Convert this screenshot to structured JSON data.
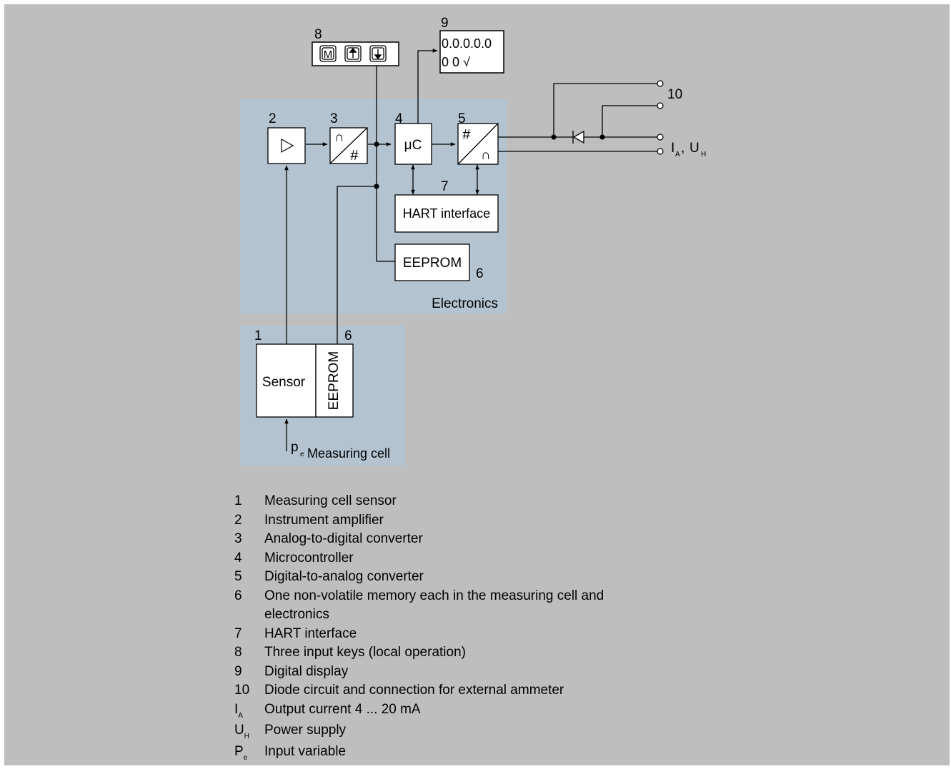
{
  "colors": {
    "page_background": "#bebebe",
    "panel_background": "#b3c4d0",
    "block_fill": "#ffffff",
    "line": "#000000"
  },
  "blocks": {
    "amplifier": {
      "number": "2",
      "symbol": "triangle"
    },
    "adc": {
      "number": "3",
      "symbol_top": "∩",
      "symbol_bottom": "#"
    },
    "microcontroller": {
      "number": "4",
      "label": "μC"
    },
    "dac": {
      "number": "5",
      "symbol_top": "#",
      "symbol_bottom": "∩"
    },
    "hart": {
      "number": "7",
      "label": "HART interface"
    },
    "eeprom_electronics": {
      "number": "6",
      "label": "EEPROM"
    },
    "keypad": {
      "number": "8",
      "keys": [
        "M",
        "up-arrow",
        "down-arrow"
      ]
    },
    "display": {
      "number": "9",
      "line1": "0.0.0.0.0",
      "line2": "0 0 √"
    },
    "sensor": {
      "number": "1",
      "label": "Sensor"
    },
    "eeprom_cell": {
      "number": "6",
      "label": "EEPROM"
    },
    "diode_terminal": {
      "number": "10"
    }
  },
  "panels": {
    "electronics": "Electronics",
    "measuring_cell": "Measuring cell"
  },
  "terminals": {
    "output_label_I": "I",
    "output_sub_A": "A",
    "output_sep": ",",
    "output_label_U": "U",
    "output_sub_H": "H",
    "input_label": "p",
    "input_sub": "e"
  },
  "legend": [
    {
      "key": "1",
      "sub": "",
      "text": "Measuring cell sensor"
    },
    {
      "key": "2",
      "sub": "",
      "text": "Instrument amplifier"
    },
    {
      "key": "3",
      "sub": "",
      "text": "Analog-to-digital converter"
    },
    {
      "key": "4",
      "sub": "",
      "text": "Microcontroller"
    },
    {
      "key": "5",
      "sub": "",
      "text": "Digital-to-analog converter"
    },
    {
      "key": "6",
      "sub": "",
      "text": "One non-volatile memory each in the measuring cell and electronics"
    },
    {
      "key": "7",
      "sub": "",
      "text": "HART interface"
    },
    {
      "key": "8",
      "sub": "",
      "text": "Three input keys (local operation)"
    },
    {
      "key": "9",
      "sub": "",
      "text": "Digital display"
    },
    {
      "key": "10",
      "sub": "",
      "text": "Diode circuit and connection for external ammeter"
    },
    {
      "key": "I",
      "sub": "A",
      "text": "Output current 4 ... 20 mA"
    },
    {
      "key": "U",
      "sub": "H",
      "text": "Power supply"
    },
    {
      "key": "P",
      "sub": "e",
      "text": "Input variable"
    }
  ]
}
